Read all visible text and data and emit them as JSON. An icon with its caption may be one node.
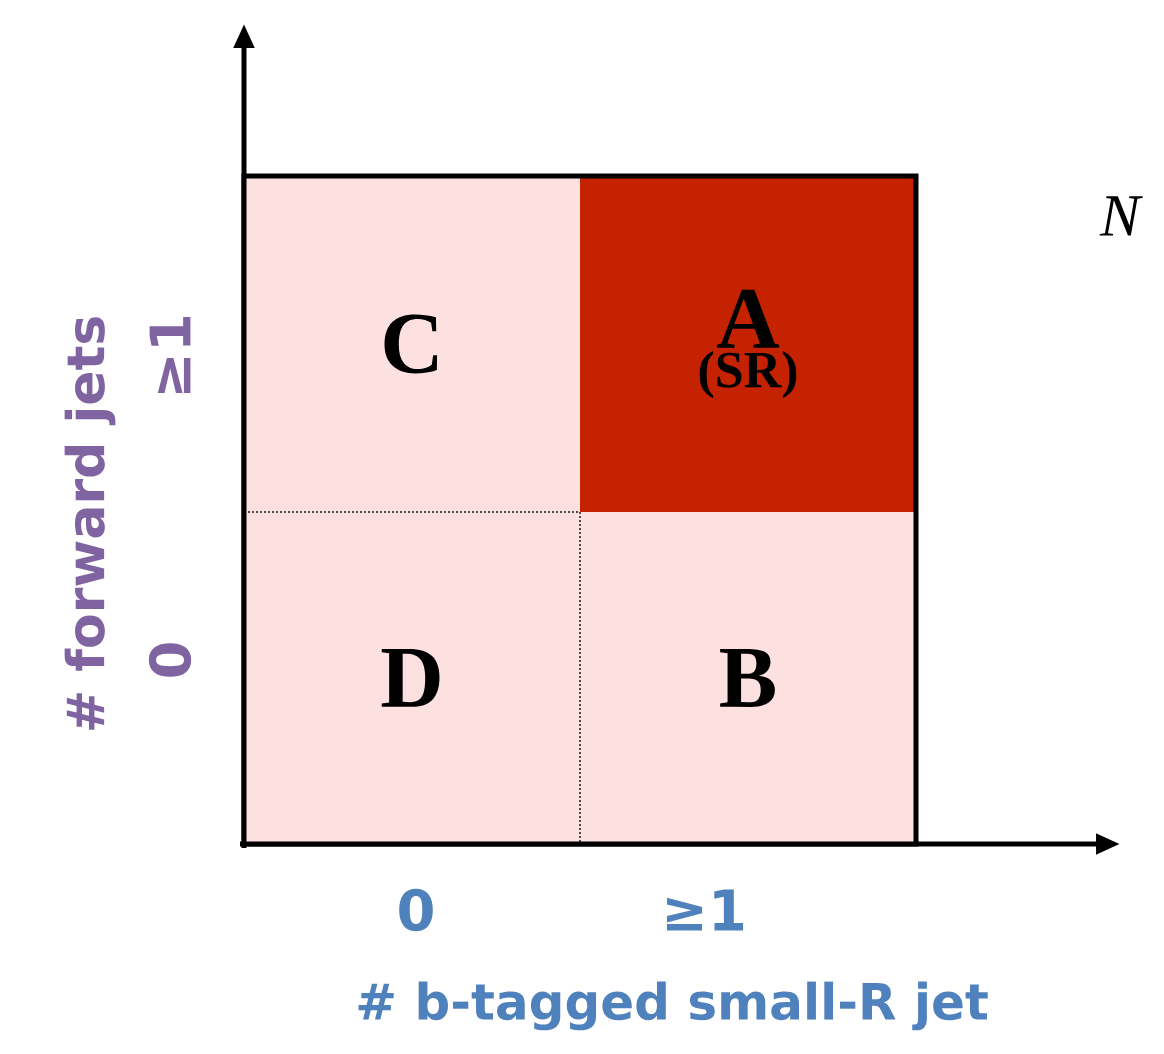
{
  "diagram": {
    "nodes": [
      {
        "text": [
          "C"
        ]
      },
      {
        "text": [
          "A",
          "(SR)"
        ]
      },
      {
        "text": [
          "D"
        ]
      },
      {
        "text": [
          "B"
        ]
      }
    ],
    "labels": [
      "N",
      "≥1",
      "0",
      "# forward jets",
      "0",
      "≥1",
      "# b-tagged small-R jet"
    ]
  }
}
